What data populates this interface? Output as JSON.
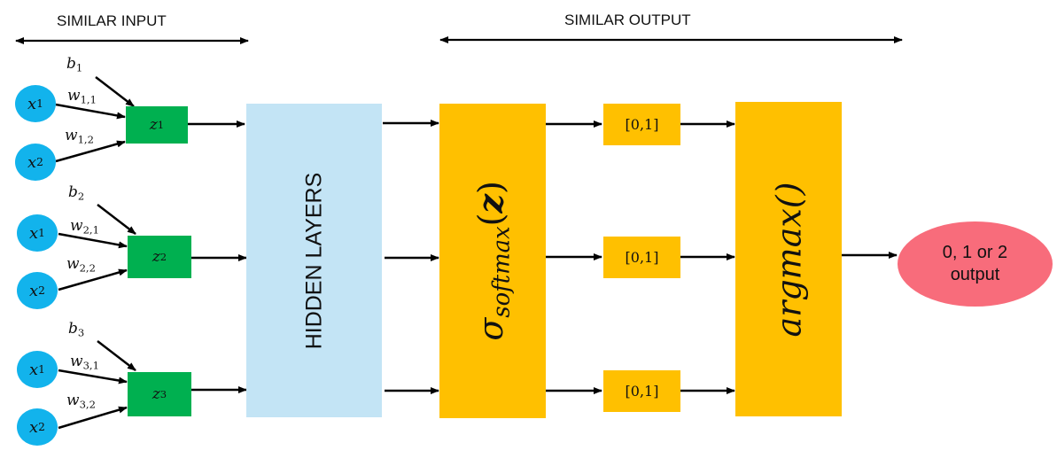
{
  "header": {
    "similar_input_label": "SIMILAR INPUT",
    "similar_output_label": "SIMILAR OUTPUT"
  },
  "neurons": [
    {
      "bias": {
        "base": "b",
        "sub": "1"
      },
      "inputs": [
        {
          "base": "x",
          "sub": "1"
        },
        {
          "base": "x",
          "sub": "2"
        }
      ],
      "weights": [
        {
          "base": "w",
          "sub": "1,1"
        },
        {
          "base": "w",
          "sub": "1,2"
        }
      ],
      "z": {
        "base": "z",
        "sub": "1"
      }
    },
    {
      "bias": {
        "base": "b",
        "sub": "2"
      },
      "inputs": [
        {
          "base": "x",
          "sub": "1"
        },
        {
          "base": "x",
          "sub": "2"
        }
      ],
      "weights": [
        {
          "base": "w",
          "sub": "2,1"
        },
        {
          "base": "w",
          "sub": "2,2"
        }
      ],
      "z": {
        "base": "z",
        "sub": "2"
      }
    },
    {
      "bias": {
        "base": "b",
        "sub": "3"
      },
      "inputs": [
        {
          "base": "x",
          "sub": "1"
        },
        {
          "base": "x",
          "sub": "2"
        }
      ],
      "weights": [
        {
          "base": "w",
          "sub": "3,1"
        },
        {
          "base": "w",
          "sub": "3,2"
        }
      ],
      "z": {
        "base": "z",
        "sub": "3"
      }
    }
  ],
  "hidden_layers": {
    "label": "HIDDEN LAYERS"
  },
  "softmax": {
    "sigma": "σ",
    "sub": "softmax",
    "open": "(",
    "arg": "z",
    "close": ")"
  },
  "probabilities": [
    {
      "label": "[0,1]"
    },
    {
      "label": "[0,1]"
    },
    {
      "label": "[0,1]"
    }
  ],
  "argmax": {
    "label": "argmax()"
  },
  "output": {
    "line1": "0, 1 or 2",
    "line2": "output"
  },
  "colors": {
    "input_node": "#12b3ec",
    "weighted_sum": "#00b050",
    "hidden_layers": "#c3e4f5",
    "softmax_argmax": "#ffc000",
    "output_node": "#f86c7b"
  }
}
